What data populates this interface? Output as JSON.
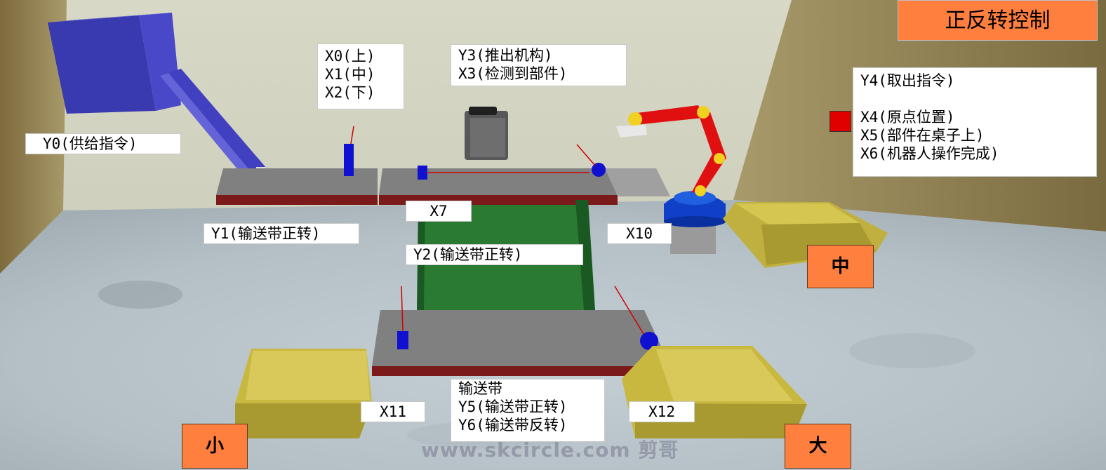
{
  "title_button": "正反转控制",
  "labels": {
    "y0": "Y0(供给指令)",
    "x0x2": [
      "X0(上)",
      "X1(中)",
      "X2(下)"
    ],
    "y3x3": [
      "Y3(推出机构)",
      "X3(检测到部件)"
    ],
    "robot": [
      "Y4(取出指令)",
      "",
      "X4(原点位置)",
      "X5(部件在桌子上)",
      "X6(机器人操作完成)"
    ],
    "y1": "Y1(输送带正转)",
    "x7": "X7",
    "x10": "X10",
    "y2": "Y2(输送带正转)",
    "x11": "X11",
    "x12": "X12",
    "conveyor": [
      "输送带",
      "Y5(输送带正转)",
      "Y6(输送带反转)"
    ]
  },
  "bins": {
    "small": "小",
    "medium": "中",
    "large": "大"
  },
  "indicator_color": "#e00000",
  "watermark": "www.skcircle.com 剪哥"
}
